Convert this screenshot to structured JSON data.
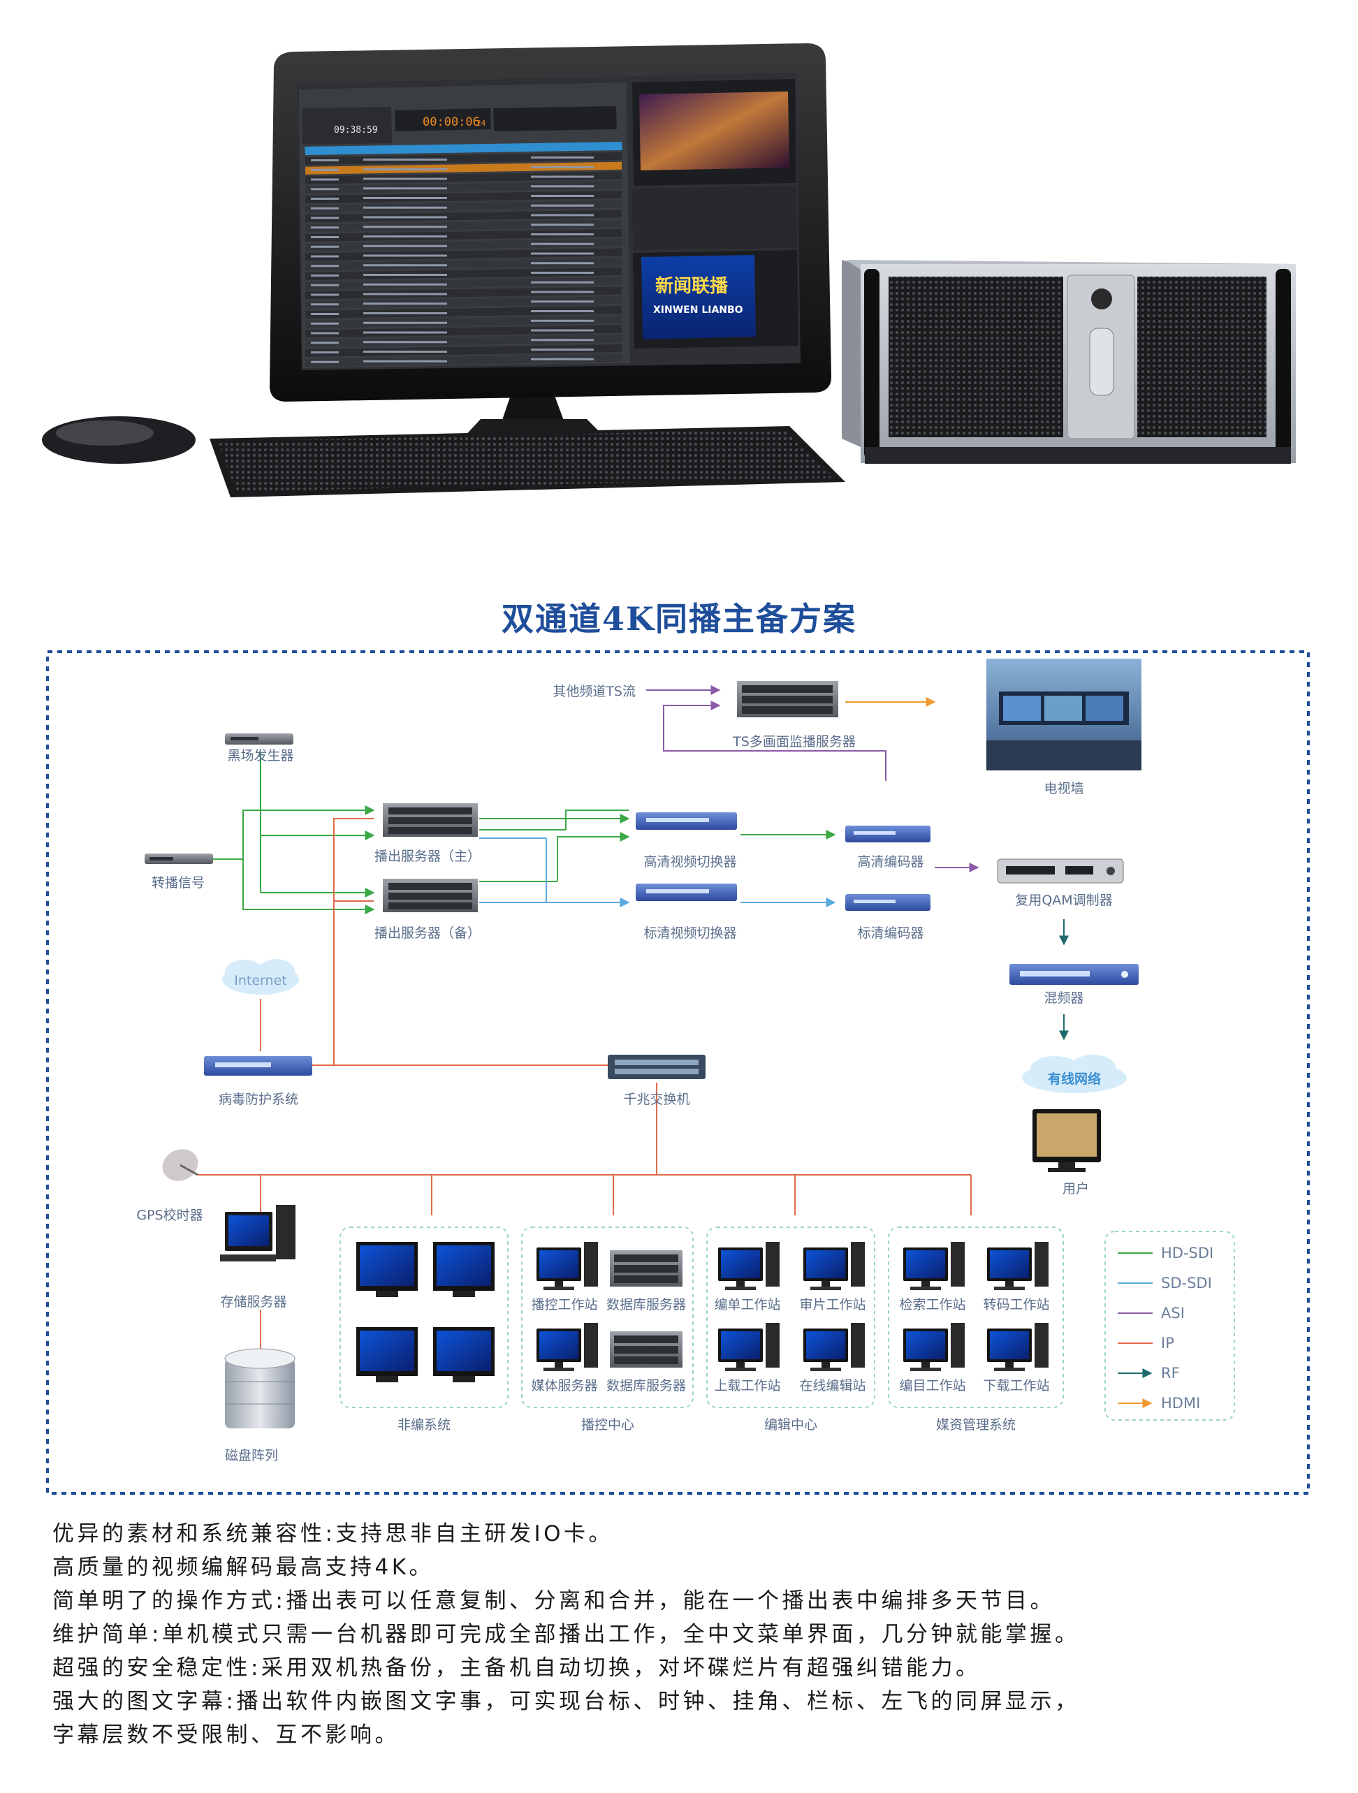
{
  "title": "双通道4K同播主备方案",
  "nodes": {
    "ts_stream": "其他频道TS流",
    "multiview": "TS多画面监播服务器",
    "videowall": "电视墙",
    "blackburst": "黑场发生器",
    "relay": "转播信号",
    "play_main": "播出服务器（主）",
    "play_backup": "播出服务器（备）",
    "hd_switch": "高清视频切换器",
    "sd_switch": "标清视频切换器",
    "hd_encoder": "高清编码器",
    "sd_encoder": "标清编码器",
    "qam": "复用QAM调制器",
    "mux": "混频器",
    "cable_net": "有线网络",
    "user": "用户",
    "internet": "Internet",
    "antivirus": "病毒防护系统",
    "gigabit_switch": "千兆交换机",
    "gps": "GPS校时器",
    "storage": "存储服务器",
    "disk_array": "磁盘阵列"
  },
  "groups": [
    {
      "name": "非编系统",
      "items": [
        "",
        "",
        "",
        ""
      ]
    },
    {
      "name": "播控中心",
      "items": [
        "播控工作站",
        "数据库服务器",
        "媒体服务器",
        "数据库服务器"
      ]
    },
    {
      "name": "编辑中心",
      "items": [
        "编单工作站",
        "审片工作站",
        "上载工作站",
        "在线编辑站"
      ]
    },
    {
      "name": "媒资管理系统",
      "items": [
        "检索工作站",
        "转码工作站",
        "编目工作站",
        "下载工作站"
      ]
    }
  ],
  "legend": [
    {
      "label": "HD-SDI",
      "color": "#3aa844",
      "style": "line"
    },
    {
      "label": "SD-SDI",
      "color": "#5aa8e0",
      "style": "line"
    },
    {
      "label": "ASI",
      "color": "#8a5aa8",
      "style": "line"
    },
    {
      "label": "IP",
      "color": "#e06a4a",
      "style": "line"
    },
    {
      "label": "RF",
      "color": "#1e6a6a",
      "style": "arrow"
    },
    {
      "label": "HDMI",
      "color": "#f09a30",
      "style": "arrow"
    }
  ],
  "screen": {
    "clock": "09:38:59",
    "timecode": "00:00:06",
    "timecode_frames": "24",
    "banner": "新闻联播",
    "banner_sub": "XINWEN LIANBO"
  },
  "features": [
    "优异的素材和系统兼容性:支持思非自主研发IO卡。",
    "高质量的视频编解码最高支持4K。",
    "简单明了的操作方式:播出表可以任意复制、分离和合并，能在一个播出表中编排多天节目。",
    "维护简单:单机模式只需一台机器即可完成全部播出工作，全中文菜单界面，几分钟就能掌握。",
    "超强的安全稳定性:采用双机热备份，主备机自动切换，对坏碟烂片有超强纠错能力。",
    "强大的图文字幕:播出软件内嵌图文字事，可实现台标、时钟、挂角、栏标、左飞的同屏显示，",
    "字幕层数不受限制、互不影响。"
  ]
}
